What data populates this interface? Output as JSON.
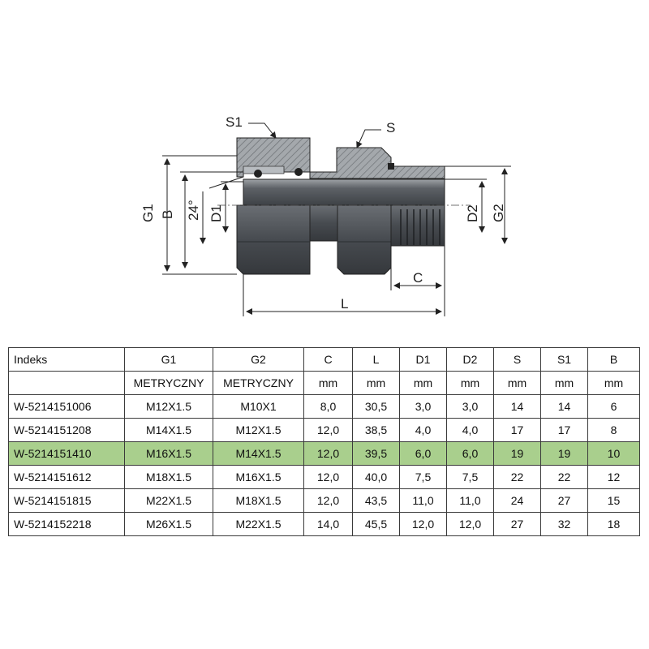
{
  "drawing": {
    "labels": {
      "s1": "S1",
      "s": "S",
      "g1": "G1",
      "b": "B",
      "angle": "24°",
      "d1": "D1",
      "d2": "D2",
      "g2": "G2",
      "c": "C",
      "l": "L"
    },
    "colors": {
      "body": "#5a5e63",
      "hatch": "#8a8e92",
      "line": "#222222"
    }
  },
  "table": {
    "headers": [
      "Indeks",
      "G1",
      "G2",
      "C",
      "L",
      "D1",
      "D2",
      "S",
      "S1",
      "B"
    ],
    "units": [
      "",
      "METRYCZNY",
      "METRYCZNY",
      "mm",
      "mm",
      "mm",
      "mm",
      "mm",
      "mm",
      "mm"
    ],
    "highlight_color": "#a9cf8d",
    "highlight_index": "W-5214151410",
    "rows": [
      [
        "W-5214151006",
        "M12X1.5",
        "M10X1",
        "8,0",
        "30,5",
        "3,0",
        "3,0",
        "14",
        "14",
        "6"
      ],
      [
        "W-5214151208",
        "M14X1.5",
        "M12X1.5",
        "12,0",
        "38,5",
        "4,0",
        "4,0",
        "17",
        "17",
        "8"
      ],
      [
        "W-5214151410",
        "M16X1.5",
        "M14X1.5",
        "12,0",
        "39,5",
        "6,0",
        "6,0",
        "19",
        "19",
        "10"
      ],
      [
        "W-5214151612",
        "M18X1.5",
        "M16X1.5",
        "12,0",
        "40,0",
        "7,5",
        "7,5",
        "22",
        "22",
        "12"
      ],
      [
        "W-5214151815",
        "M22X1.5",
        "M18X1.5",
        "12,0",
        "43,5",
        "11,0",
        "11,0",
        "24",
        "27",
        "15"
      ],
      [
        "W-5214152218",
        "M26X1.5",
        "M22X1.5",
        "14,0",
        "45,5",
        "12,0",
        "12,0",
        "27",
        "32",
        "18"
      ]
    ]
  }
}
